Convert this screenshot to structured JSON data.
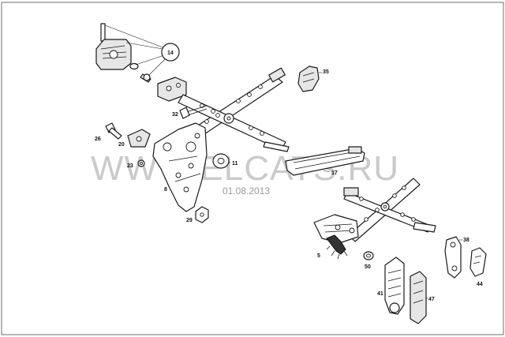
{
  "callouts": {
    "c14": "14",
    "c35": "35",
    "c32": "32",
    "c26": "26",
    "c20": "20",
    "c11": "11",
    "c23": "23",
    "c8": "8",
    "c17": "17",
    "c29": "29",
    "c5": "5",
    "c50": "50",
    "c38": "38",
    "c41": "41",
    "c47": "47",
    "c44": "44"
  },
  "watermark": {
    "text": "WWW.ELCATS.RU",
    "date": "01.08.2013"
  },
  "colors": {
    "line": "#1a1a1a",
    "watermark": "#b9b9b9",
    "frame": "#6e6e6e"
  }
}
